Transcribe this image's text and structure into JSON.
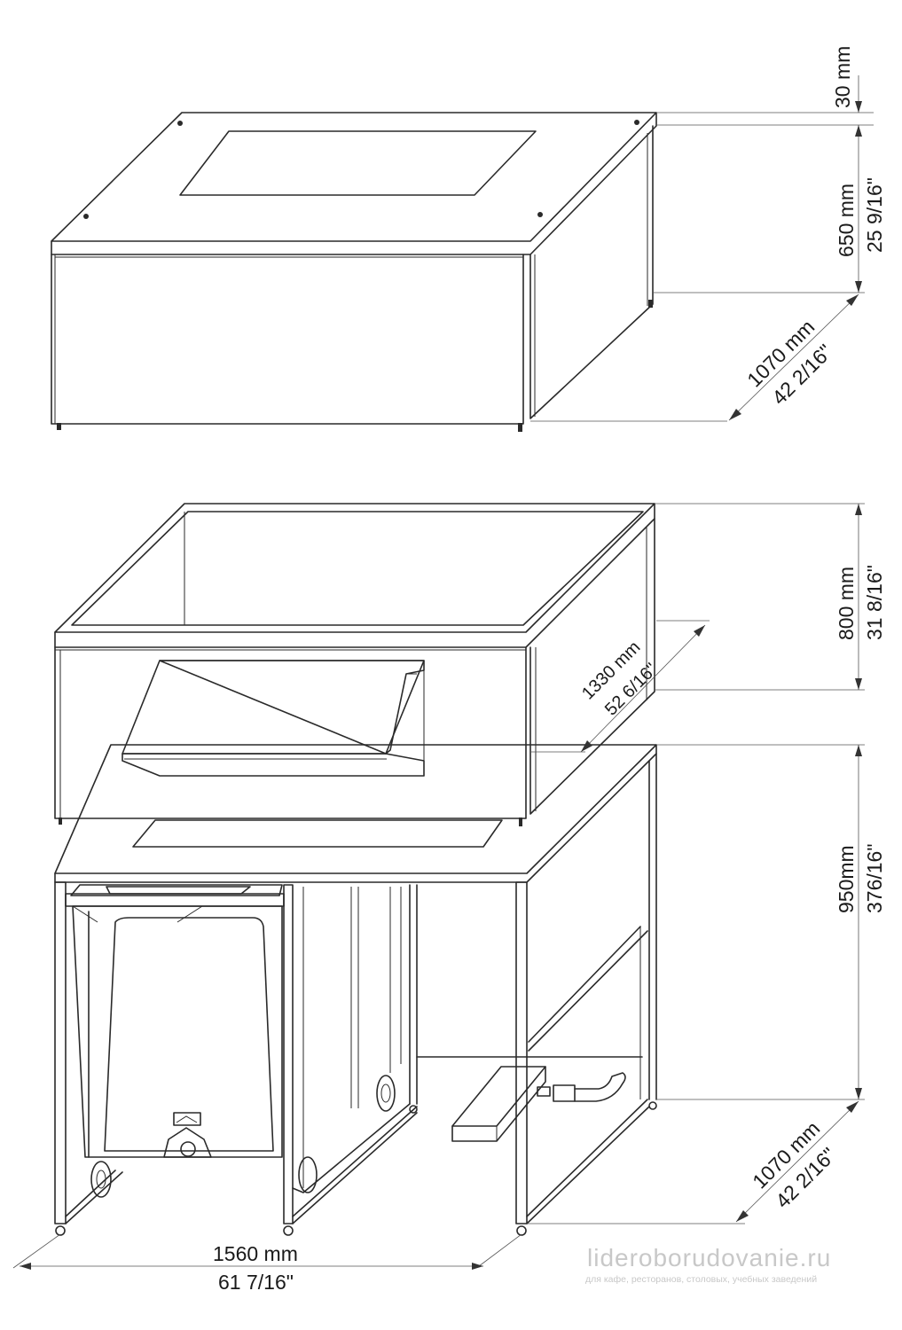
{
  "dimensions": {
    "top_lid_thickness": "30  mm",
    "top_height_mm": "650  mm",
    "top_height_in": "25 9/16\"",
    "top_depth_mm": "1070 mm",
    "top_depth_in": "42 2/16\"",
    "bin_height_mm": "800 mm",
    "bin_height_in": "31 8/16\"",
    "bin_length_mm": "1330 mm",
    "bin_length_in": "52 6/16\"",
    "base_height_mm": "950mm",
    "base_height_in": "376/16\"",
    "base_depth_mm": "1070 mm",
    "base_depth_in": "42 2/16\"",
    "base_width_mm": "1560 mm",
    "base_width_in": "61 7/16\""
  },
  "watermark": {
    "site": "lideroborudovanie.ru",
    "tagline": "для кафе, ресторанов, столовых, учебных заведений"
  }
}
